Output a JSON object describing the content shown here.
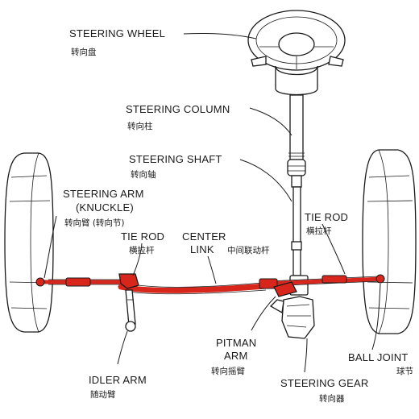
{
  "labels": {
    "steering_wheel": {
      "en": "STEERING WHEEL",
      "zh": "转向盘"
    },
    "steering_column": {
      "en": "STEERING COLUMN",
      "zh": "转向柱"
    },
    "steering_shaft": {
      "en": "STEERING SHAFT",
      "zh": "转向轴"
    },
    "steering_arm": {
      "en_line1": "STEERING ARM",
      "en_line2": "(KNUCKLE)",
      "zh": "转向臂 (转向节)"
    },
    "tie_rod_left": {
      "en": "TIE ROD",
      "zh": "横拉杆"
    },
    "center_link": {
      "en_line1": "CENTER",
      "en_line2": "LINK",
      "zh": "中间联动杆"
    },
    "tie_rod_right": {
      "en": "TIE ROD",
      "zh": "横拉杆"
    },
    "pitman_arm": {
      "en_line1": "PITMAN",
      "en_line2": "ARM",
      "zh": "转向摇臂"
    },
    "ball_joint": {
      "en": "BALL JOINT",
      "zh": "球节"
    },
    "idler_arm": {
      "en": "IDLER ARM",
      "zh": "随动臂"
    },
    "steering_gear": {
      "en": "STEERING GEAR",
      "zh": "转向器"
    }
  },
  "colors": {
    "linkage": "#d9261c",
    "outline": "#1a1a1a",
    "background": "#ffffff"
  }
}
